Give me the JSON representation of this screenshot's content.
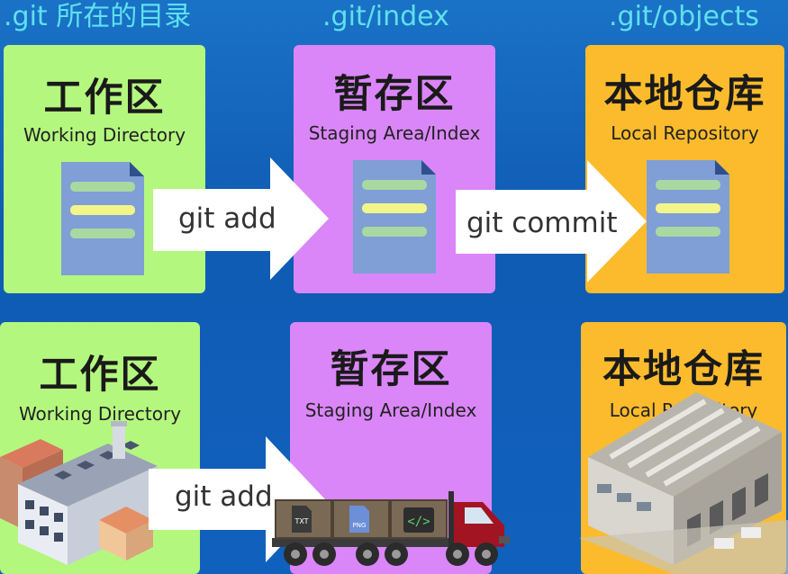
{
  "headers": {
    "working_dir": ".git 所在的目录",
    "index": ".git/index",
    "objects": ".git/objects"
  },
  "top_row": {
    "working": {
      "title": "工作区",
      "subtitle": "Working Directory"
    },
    "staging": {
      "title": "暂存区",
      "subtitle": "Staging Area/Index"
    },
    "repo": {
      "title": "本地仓库",
      "subtitle": "Local Repository"
    },
    "arrow_add": "git add",
    "arrow_commit": "git commit"
  },
  "bottom_row": {
    "working": {
      "title": "工作区",
      "subtitle": "Working Directory"
    },
    "staging": {
      "title": "暂存区",
      "subtitle": "Staging Area/Index"
    },
    "repo": {
      "title": "本地仓库",
      "subtitle": "Local Repository"
    },
    "arrow_add": "git add",
    "crate_labels": [
      "TXT",
      "PNG",
      "</>"
    ]
  },
  "colors": {
    "background": "#1565c0",
    "header_text": "#5de1ef",
    "working_panel": "#b4f77e",
    "staging_panel": "#da86f8",
    "repo_panel": "#fbbb2c",
    "doc_body": "#7f9fd6",
    "doc_line_green": "#a9d9a0",
    "doc_line_yellow": "#f2f58a"
  }
}
